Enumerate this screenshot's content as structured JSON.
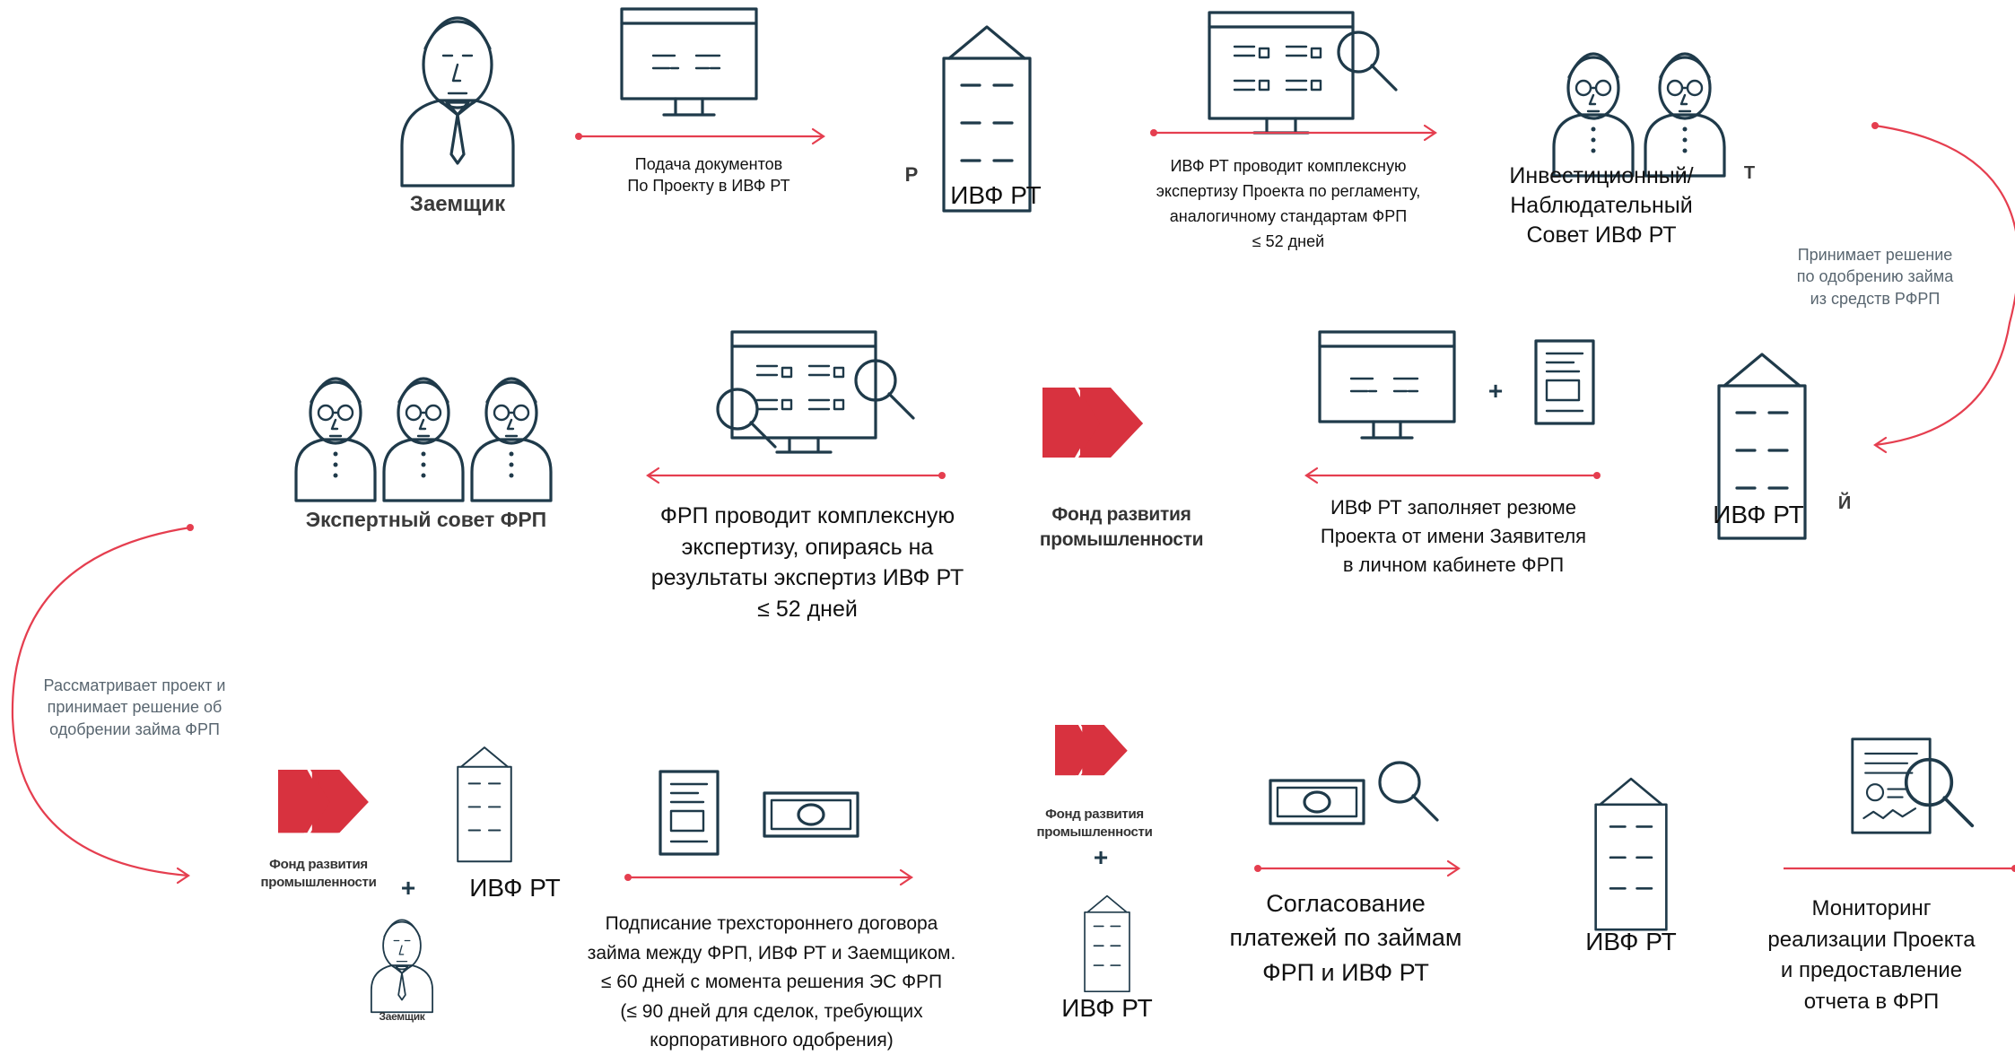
{
  "labels": {
    "borrower_top": "Заемщик",
    "submit_docs": "Подача документов\nПо Проекту в ИВФ РТ",
    "ivf_top": "ИВФ РТ",
    "ivf_expertise": "ИВФ РТ проводит комплексную\nэкспертизу Проекта по регламенту,\nаналогичному стандартам ФРП\n≤ 52 дней",
    "investment_council": "Инвестиционный/\nНаблюдательный\nСовет ИВФ РТ",
    "approve_decision": "Принимает решение\nпо одобрению займа\nиз средств РФРП",
    "ivf_right": "ИВФ РТ",
    "ivf_fills_resume": "ИВФ РТ заполняет резюме\nПроекта от имени Заявителя\nв личном кабинете ФРП",
    "frp_logo_mid": "Фонд развития\nпромышленности",
    "frp_expertise": "ФРП проводит комплексную\nэкспертизу, опираясь на\nрезультаты экспертиз ИВФ РТ\n≤ 52 дней",
    "expert_council": "Экспертный совет ФРП",
    "reviews_project": "Рассматривает проект и\nпринимает решение об\nодобрении займа ФРП",
    "frp_logo_bottom_left": "Фонд развития\nпромышленности",
    "plus_bottom_left": "+",
    "ivf_bottom_left": "ИВФ РТ",
    "borrower_bottom": "Заемщик",
    "tripartite_agreement": "Подписание трехстороннего договора\nзайма между ФРП, ИВФ РТ и Заемщиком.\n≤ 60 дней с момента решения ЭС ФРП\n(≤ 90 дней для сделок, требующих\nкорпоративного одобрения)",
    "frp_logo_bottom_mid": "Фонд развития\nпромышленности",
    "plus_bottom_mid": "+",
    "ivf_bottom_mid": "ИВФ РТ",
    "payments_approval": "Согласование\nплатежей по займам\nФРП и ИВФ РТ",
    "ivf_bottom_right": "ИВФ РТ",
    "monitoring": "Мониторинг\nреализации Проекта\nи предоставление\nотчета в ФРП",
    "plus_resume": "+",
    "stray_chars": {
      "a": "Р",
      "b": "Т",
      "c": "Й"
    }
  },
  "icons": [
    "person-icon",
    "monitor-icon",
    "building-icon",
    "magnifier-icon",
    "document-icon",
    "banknote-icon",
    "certificate-icon",
    "frp-logo-icon"
  ],
  "colors": {
    "accent": "#e53e4f",
    "icon_stroke": "#1f3a4a",
    "logo": "#d8323f"
  }
}
